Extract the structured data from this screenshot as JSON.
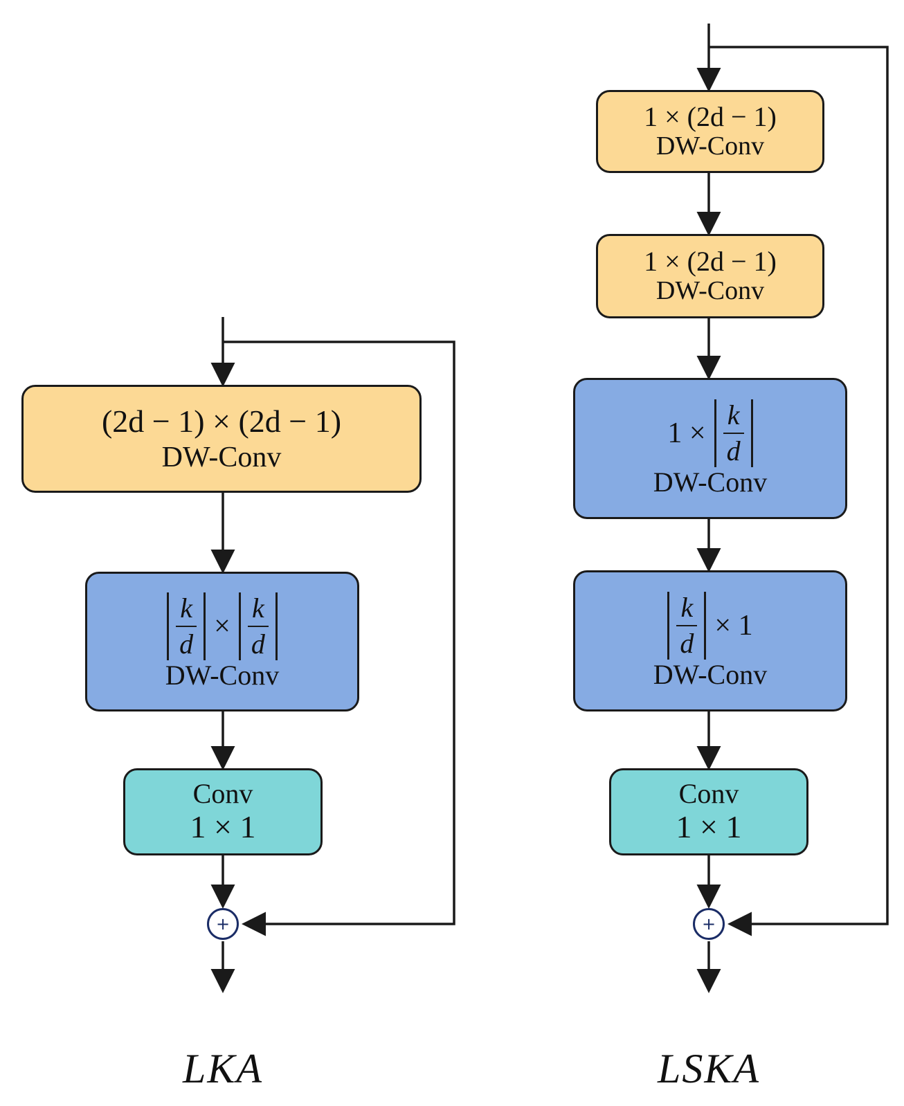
{
  "lka": {
    "caption": "LKA",
    "block1": {
      "expr": "(2d − 1) × (2d − 1)",
      "label": "DW-Conv"
    },
    "block2": {
      "k": "k",
      "d": "d",
      "times": "×",
      "label": "DW-Conv"
    },
    "block3": {
      "label": "Conv",
      "size": "1 × 1"
    },
    "sum_symbol": "+"
  },
  "lska": {
    "caption": "LSKA",
    "block1": {
      "expr": "1 × (2d − 1)",
      "label": "DW-Conv"
    },
    "block2": {
      "expr": "1 × (2d − 1)",
      "label": "DW-Conv"
    },
    "block3": {
      "prefix": "1 ×",
      "k": "k",
      "d": "d",
      "label": "DW-Conv"
    },
    "block4": {
      "suffix": "× 1",
      "k": "k",
      "d": "d",
      "label": "DW-Conv"
    },
    "block5": {
      "label": "Conv",
      "size": "1 × 1"
    },
    "sum_symbol": "+"
  },
  "colors": {
    "dilated_block": "#fcd995",
    "depthwise_block": "#86abe3",
    "pointwise_block": "#7fd6d8",
    "line": "#1a1a1a",
    "sum_node": "#1a2c66"
  }
}
